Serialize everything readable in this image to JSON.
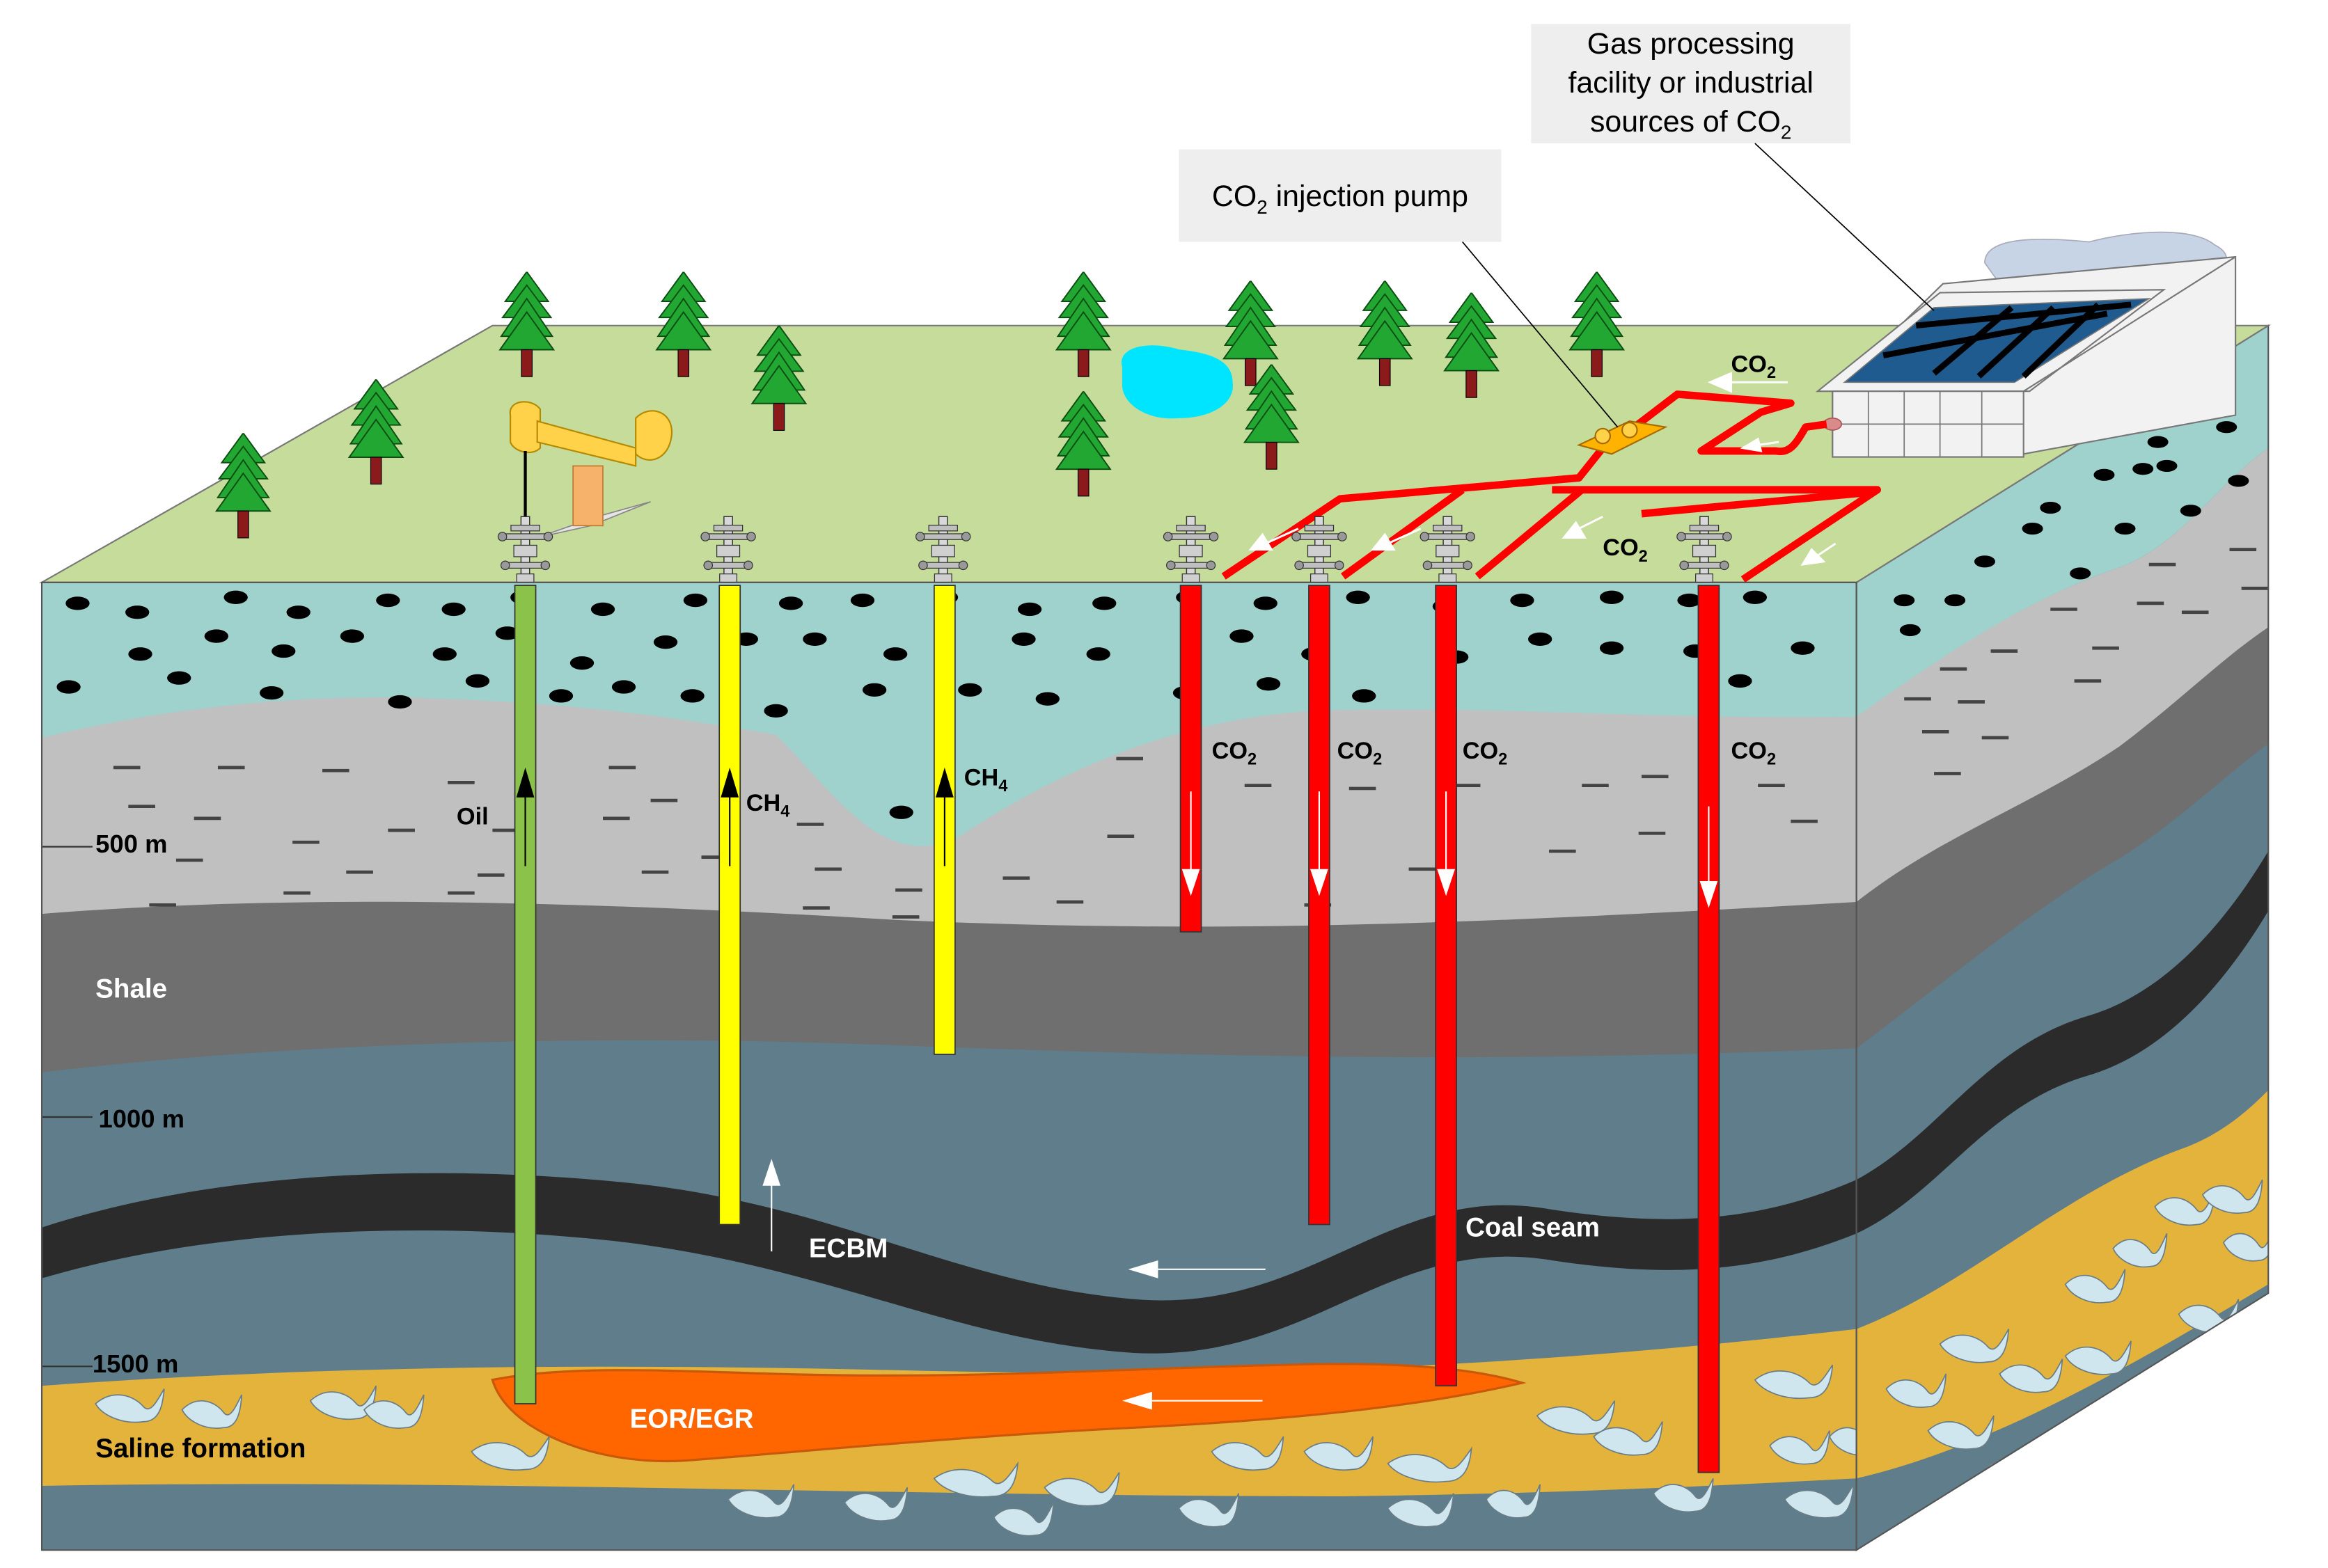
{
  "depth_markers": [
    {
      "label": "500 m"
    },
    {
      "label": "1000 m"
    },
    {
      "label": "1500 m"
    }
  ],
  "layer_labels": {
    "shale": "Shale",
    "saline": "Saline formation",
    "coal_seam": "Coal seam",
    "ecbm": "ECBM",
    "eor_egr": "EOR/EGR"
  },
  "well_labels": {
    "oil": "Oil",
    "ch4_main": "CH",
    "ch4_sub": "4",
    "co2_main": "CO",
    "co2_sub": "2"
  },
  "callouts": {
    "facility_line1": "Gas processing",
    "facility_line2": "facility or industrial",
    "facility_line3": "sources of CO",
    "facility_sub": "2",
    "pump_main": "CO",
    "pump_sub": "2",
    "pump_rest": " injection pump"
  },
  "colors": {
    "grass": "#c5dc9a",
    "top_aquifer": "#9fd1cd",
    "sandstone_gray": "#c0c0c0",
    "shale": "#6f6f6f",
    "deep_rock": "#5f7d8b",
    "coal": "#2b2b2b",
    "saline": "#e3b33c",
    "eor_plume": "#ff6600",
    "co2_pipe": "#ff0000",
    "ch4_well": "#ffff00",
    "oil_well": "#8bc34a",
    "lake": "#00e5ff"
  }
}
